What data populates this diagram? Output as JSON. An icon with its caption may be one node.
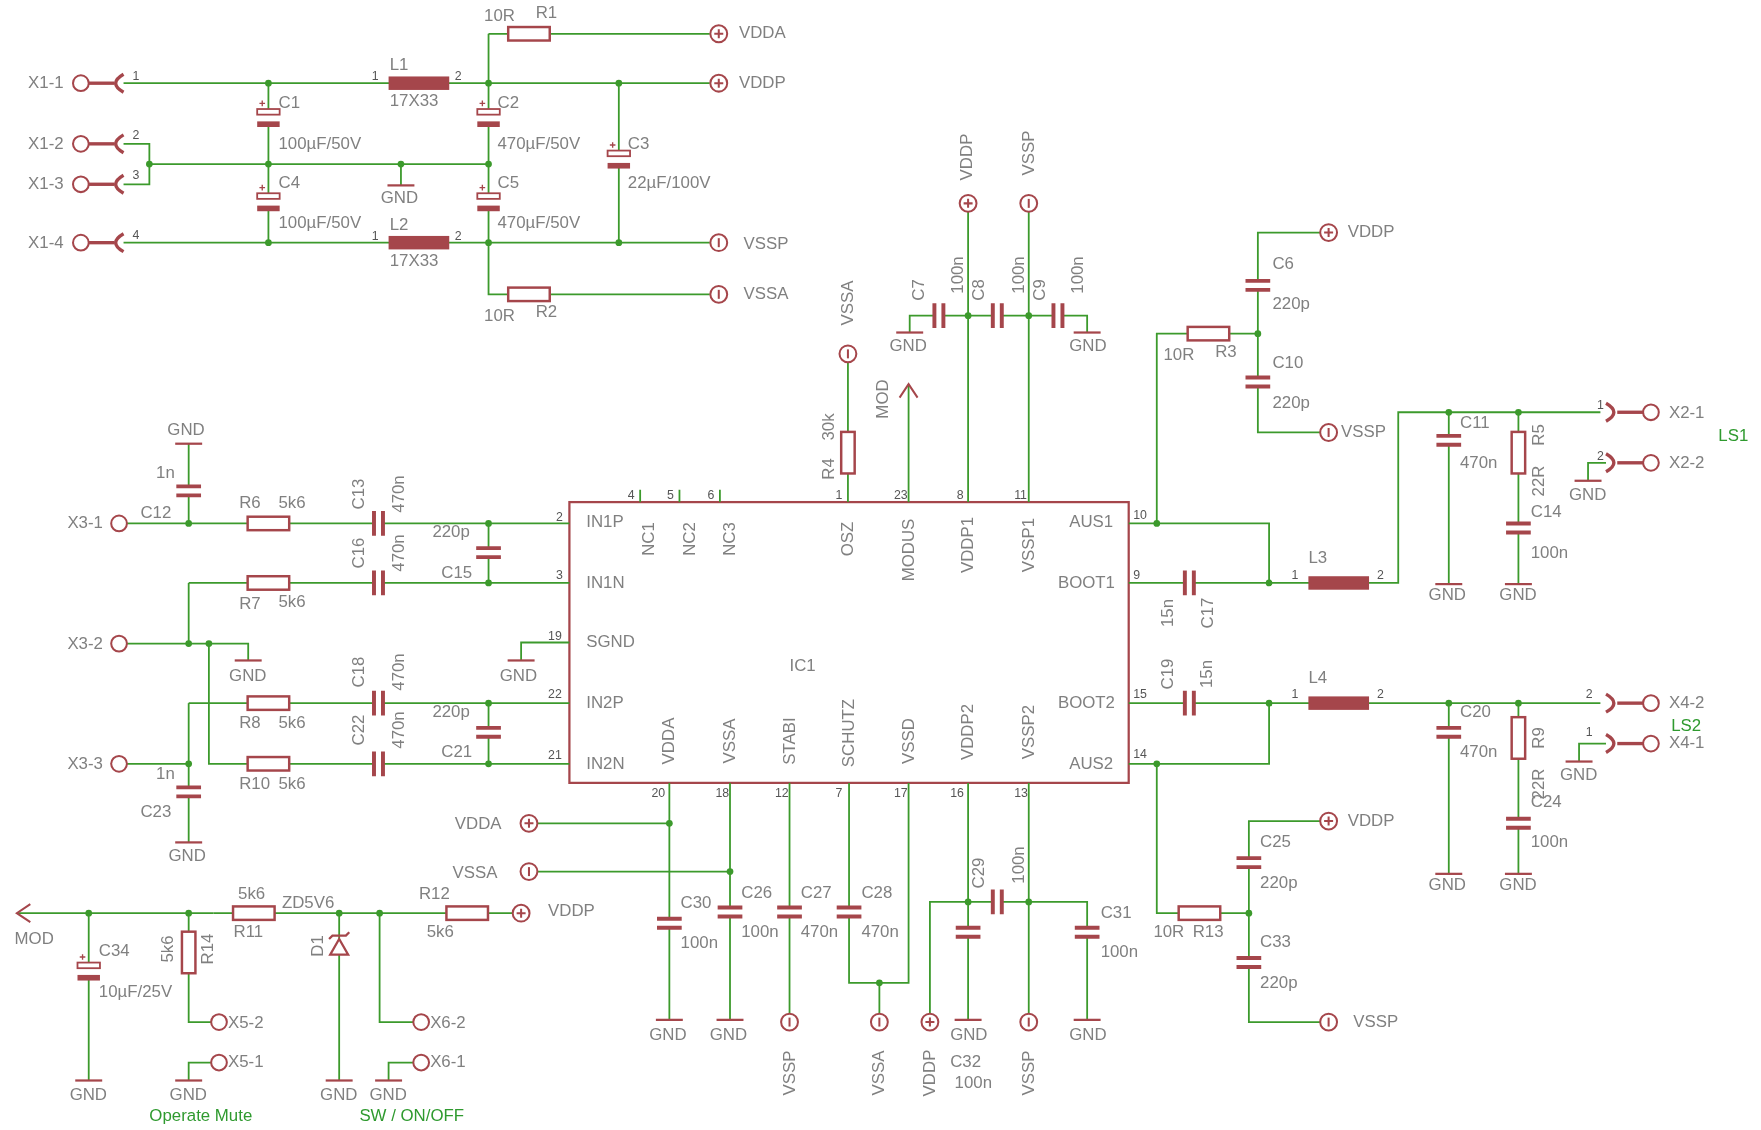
{
  "diagram": {
    "labels": [
      "X1-1",
      "1",
      "X1-2",
      "2",
      "X1-3",
      "3",
      "X1-4",
      "4",
      "C1",
      "100µF/50V",
      "C4",
      "100µF/50V",
      "GND",
      "1",
      "L1",
      "17X33",
      "2",
      "1",
      "L2",
      "17X33",
      "2",
      "10R",
      "R1",
      "VDDA",
      "VDDP",
      "C2",
      "470µF/50V",
      "C3",
      "C5",
      "22µF/100V",
      "470µF/50V",
      "VSSP",
      "VSSA",
      "10R",
      "R2",
      "VSSA",
      "30k",
      "R4",
      "MOD",
      "VDDP",
      "VSSP",
      "C7",
      "100n",
      "C8",
      "100n",
      "C9",
      "100n",
      "GND",
      "GND",
      "VDDP",
      "C6",
      "220p",
      "10R",
      "R3",
      "C10",
      "220p",
      "VSSP",
      "C11",
      "470n",
      "R5",
      "22R",
      "C14",
      "100n",
      "GND",
      "GND",
      "1",
      "X2-1",
      "2",
      "X2-2",
      "GND",
      "LS1",
      "GND",
      "1n",
      "C12",
      "X3-1",
      "R6",
      "5k6",
      "C13",
      "470n",
      "220p",
      "C16",
      "470n",
      "C15",
      "R7",
      "5k6",
      "X3-2",
      "GND",
      "C18",
      "470n",
      "R8",
      "5k6",
      "220p",
      "C22",
      "470n",
      "C21",
      "X3-3",
      "1n",
      "R10",
      "5k6",
      "C23",
      "GND",
      "GND",
      "2",
      "IN1P",
      "3",
      "IN1N",
      "19",
      "SGND",
      "22",
      "IN2P",
      "21",
      "IN2N",
      "4",
      "5",
      "6",
      "1",
      "23",
      "8",
      "11",
      "NC1",
      "NC2",
      "NC3",
      "OSZ",
      "MODUS",
      "VDDP1",
      "VSSP1",
      "AUS1",
      "10",
      "BOOT1",
      "9",
      "BOOT2",
      "15",
      "AUS2",
      "14",
      "IC1",
      "20",
      "VDDA",
      "18",
      "VSSA",
      "12",
      "STABI",
      "7",
      "SCHUTZ",
      "17",
      "VSSD",
      "16",
      "VDDP2",
      "13",
      "VSSP2",
      "15n",
      "C17",
      "C19",
      "15n",
      "L3",
      "1",
      "2",
      "L4",
      "1",
      "2",
      "C20",
      "470n",
      "R9",
      "22R",
      "C24",
      "100n",
      "GND",
      "GND",
      "2",
      "X4-2",
      "LS2",
      "1",
      "X4-1",
      "GND",
      "VDDP",
      "C25",
      "220p",
      "10R",
      "R13",
      "C33",
      "220p",
      "VSSP",
      "VDDA",
      "VSSA",
      "C30",
      "100n",
      "C26",
      "100n",
      "C27",
      "470n",
      "C28",
      "470n",
      "C29",
      "100n",
      "C31",
      "100n",
      "GND",
      "GND",
      "VSSP",
      "VSSA",
      "VDDP",
      "GND",
      "C32",
      "100n",
      "VSSP",
      "GND",
      "MOD",
      "C34",
      "10µF/25V",
      "5k6",
      "R14",
      "5k6",
      "R11",
      "ZD5V6",
      "D1",
      "R12",
      "5k6",
      "VDDP",
      "X5-2",
      "X5-1",
      "X6-2",
      "X6-1",
      "GND",
      "GND",
      "GND",
      "GND",
      "Operate Mute",
      "SW / ON/OFF"
    ]
  }
}
